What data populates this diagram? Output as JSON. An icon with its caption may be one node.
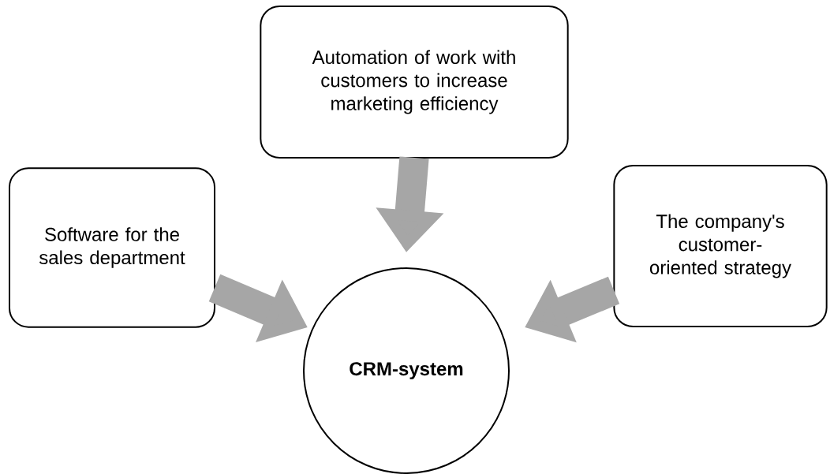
{
  "diagram": {
    "nodes": [
      {
        "text": [
          "Automation of work with customers to increase marketing efficiency"
        ]
      },
      {
        "text": [
          "Software for the sales department"
        ]
      },
      {
        "text": [
          "The company's customer-oriented strategy"
        ]
      },
      {
        "text": [
          "CRM-system"
        ]
      }
    ],
    "edges": [
      {
        "from": 0,
        "to": 3,
        "arrow": "to"
      },
      {
        "from": 1,
        "to": 3,
        "arrow": "to"
      },
      {
        "from": 2,
        "to": 3,
        "arrow": "to"
      }
    ]
  }
}
